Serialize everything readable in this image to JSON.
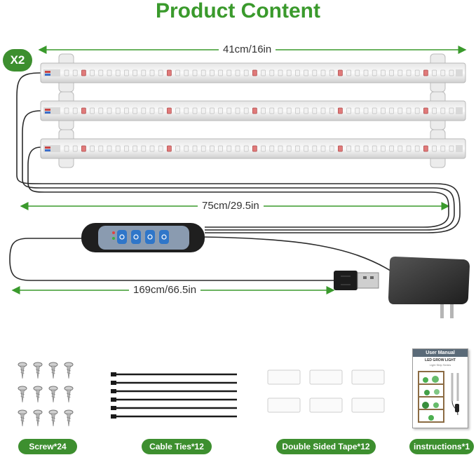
{
  "title": "Product Content",
  "badge": "X2",
  "dimensions": {
    "strip_length": "41cm/16in",
    "extension_cable": "75cm/29.5in",
    "usb_cable": "169cm/66.5in"
  },
  "accessories": [
    {
      "id": "screws",
      "label": "Screw*24"
    },
    {
      "id": "cable-ties",
      "label": "Cable Ties*12"
    },
    {
      "id": "tape",
      "label": "Double Sided Tape*12"
    },
    {
      "id": "instructions",
      "label": "instructions*1"
    }
  ],
  "manual": {
    "header": "User Manual",
    "subtitle": "LED GROW LIGHT",
    "subsubtitle": "Light Strip Series"
  },
  "colors": {
    "accent": "#3d8f2f",
    "title": "#3a9a2c",
    "dimension_line": "#3a9a2c",
    "controller_panel": "#8a9bb0",
    "controller_buttons": "#2f76c9"
  }
}
